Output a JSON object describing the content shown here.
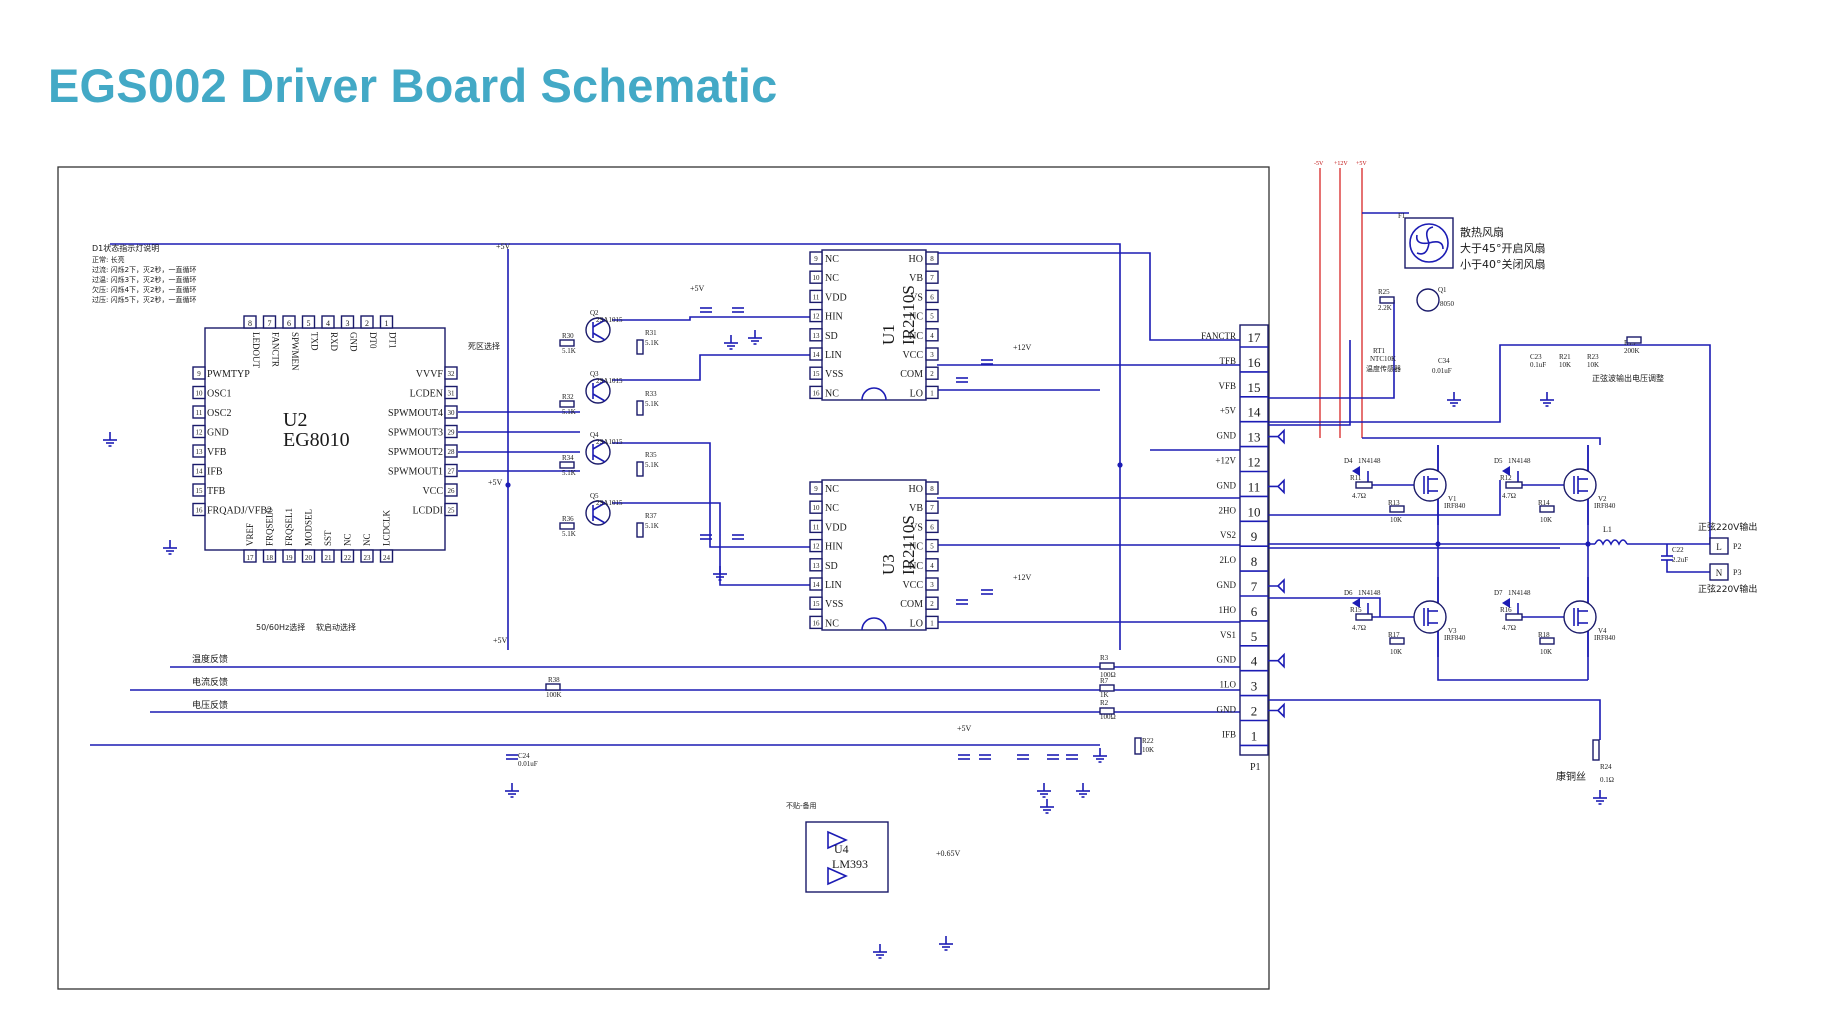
{
  "title": "EGS002 Driver Board Schematic",
  "colors": {
    "title": "#43a9c6",
    "wire": "#1c1cb4",
    "power_rail": "#d41414",
    "frame": "#333333"
  },
  "u2": {
    "ref": "U2",
    "part": "EG8010",
    "top_pins": [
      {
        "num": "8",
        "name": "LEDOUT"
      },
      {
        "num": "7",
        "name": "FANCTR"
      },
      {
        "num": "6",
        "name": "SPWMEN"
      },
      {
        "num": "5",
        "name": "TXD"
      },
      {
        "num": "4",
        "name": "RXD"
      },
      {
        "num": "3",
        "name": "GND"
      },
      {
        "num": "2",
        "name": "DT0"
      },
      {
        "num": "1",
        "name": "DT1"
      }
    ],
    "left_pins": [
      {
        "num": "9",
        "name": "PWMTYP"
      },
      {
        "num": "10",
        "name": "OSC1"
      },
      {
        "num": "11",
        "name": "OSC2"
      },
      {
        "num": "12",
        "name": "GND"
      },
      {
        "num": "13",
        "name": "VFB"
      },
      {
        "num": "14",
        "name": "IFB"
      },
      {
        "num": "15",
        "name": "TFB"
      },
      {
        "num": "16",
        "name": "FRQADJ/VFB2"
      }
    ],
    "right_pins": [
      {
        "num": "32",
        "name": "VVVF"
      },
      {
        "num": "31",
        "name": "LCDEN"
      },
      {
        "num": "30",
        "name": "SPWMOUT4"
      },
      {
        "num": "29",
        "name": "SPWMOUT3"
      },
      {
        "num": "28",
        "name": "SPWMOUT2"
      },
      {
        "num": "27",
        "name": "SPWMOUT1"
      },
      {
        "num": "26",
        "name": "VCC"
      },
      {
        "num": "25",
        "name": "LCDDI"
      }
    ],
    "bottom_pins": [
      {
        "num": "17",
        "name": "VREF"
      },
      {
        "num": "18",
        "name": "FRQSEL0"
      },
      {
        "num": "19",
        "name": "FRQSEL1"
      },
      {
        "num": "20",
        "name": "MODSEL"
      },
      {
        "num": "21",
        "name": "SST"
      },
      {
        "num": "22",
        "name": "NC"
      },
      {
        "num": "23",
        "name": "NC"
      },
      {
        "num": "24",
        "name": "LCDCLK"
      }
    ]
  },
  "drivers": [
    {
      "ref": "U1",
      "part": "IR2110S",
      "left_pins": [
        {
          "num": "9",
          "name": "NC"
        },
        {
          "num": "10",
          "name": "NC"
        },
        {
          "num": "11",
          "name": "VDD"
        },
        {
          "num": "12",
          "name": "HIN"
        },
        {
          "num": "13",
          "name": "SD"
        },
        {
          "num": "14",
          "name": "LIN"
        },
        {
          "num": "15",
          "name": "VSS"
        },
        {
          "num": "16",
          "name": "NC"
        }
      ],
      "right_pins": [
        {
          "num": "8",
          "name": "HO"
        },
        {
          "num": "7",
          "name": "VB"
        },
        {
          "num": "6",
          "name": "VS"
        },
        {
          "num": "5",
          "name": "NC"
        },
        {
          "num": "4",
          "name": "NC"
        },
        {
          "num": "3",
          "name": "VCC"
        },
        {
          "num": "2",
          "name": "COM"
        },
        {
          "num": "1",
          "name": "LO"
        }
      ]
    },
    {
      "ref": "U3",
      "part": "IR2110S",
      "left_pins": [
        {
          "num": "9",
          "name": "NC"
        },
        {
          "num": "10",
          "name": "NC"
        },
        {
          "num": "11",
          "name": "VDD"
        },
        {
          "num": "12",
          "name": "HIN"
        },
        {
          "num": "13",
          "name": "SD"
        },
        {
          "num": "14",
          "name": "LIN"
        },
        {
          "num": "15",
          "name": "VSS"
        },
        {
          "num": "16",
          "name": "NC"
        }
      ],
      "right_pins": [
        {
          "num": "8",
          "name": "HO"
        },
        {
          "num": "7",
          "name": "VB"
        },
        {
          "num": "6",
          "name": "VS"
        },
        {
          "num": "5",
          "name": "NC"
        },
        {
          "num": "4",
          "name": "NC"
        },
        {
          "num": "3",
          "name": "VCC"
        },
        {
          "num": "2",
          "name": "COM"
        },
        {
          "num": "1",
          "name": "LO"
        }
      ]
    }
  ],
  "connector_p1": {
    "ref": "P1",
    "pins": [
      {
        "num": "17",
        "name": "FANCTR"
      },
      {
        "num": "16",
        "name": "TFB"
      },
      {
        "num": "15",
        "name": "VFB"
      },
      {
        "num": "14",
        "name": "+5V"
      },
      {
        "num": "13",
        "name": "GND"
      },
      {
        "num": "12",
        "name": "+12V"
      },
      {
        "num": "11",
        "name": "GND"
      },
      {
        "num": "10",
        "name": "2HO"
      },
      {
        "num": "9",
        "name": "VS2"
      },
      {
        "num": "8",
        "name": "2LO"
      },
      {
        "num": "7",
        "name": "GND"
      },
      {
        "num": "6",
        "name": "1HO"
      },
      {
        "num": "5",
        "name": "VS1"
      },
      {
        "num": "4",
        "name": "GND"
      },
      {
        "num": "3",
        "name": "1LO"
      },
      {
        "num": "2",
        "name": "GND"
      },
      {
        "num": "1",
        "name": "IFB"
      }
    ]
  },
  "transistors": [
    {
      "ref": "Q2",
      "part": "2SA1015",
      "res_base": "R30",
      "res_base_val": "5.1K",
      "res_pull": "R31",
      "res_pull_val": "5.1K"
    },
    {
      "ref": "Q3",
      "part": "2SA1015",
      "res_base": "R32",
      "res_base_val": "5.1K",
      "res_pull": "R33",
      "res_pull_val": "5.1K"
    },
    {
      "ref": "Q4",
      "part": "2SA1015",
      "res_base": "R34",
      "res_base_val": "5.1K",
      "res_pull": "R35",
      "res_pull_val": "5.1K"
    },
    {
      "ref": "Q5",
      "part": "2SA1015",
      "res_base": "R36",
      "res_base_val": "5.1K",
      "res_pull": "R37",
      "res_pull_val": "5.1K"
    }
  ],
  "led_note": {
    "heading": "D1状态指示灯说明",
    "lines": [
      "正常: 长亮",
      "过流: 闪烁2下，灭2秒，一直循环",
      "过温: 闪烁3下，灭2秒，一直循环",
      "欠压: 闪烁4下，灭2秒，一直循环",
      "过压: 闪烁5下，灭2秒，一直循环"
    ]
  },
  "fan": {
    "ref": "F1",
    "lines": [
      "散热风扇",
      "大于45°开启风扇",
      "小于40°关闭风扇"
    ]
  },
  "rails": [
    "+5V",
    "+12V",
    "+5V",
    "+12V",
    "+5V",
    "+5V",
    "+5V",
    "+0.65V"
  ],
  "top_rails": [
    "-5V",
    "+12V",
    "+5V"
  ],
  "feedback_labels": [
    "温度反馈",
    "电流反馈",
    "电压反馈"
  ],
  "mosfets": [
    {
      "ref": "V1",
      "part": "IRF840",
      "diode": "D4",
      "diode_part": "1N4148",
      "r_gate": "R11",
      "r_gate_val": "4.7Ω",
      "r_pull": "R13",
      "r_pull_val": "10K"
    },
    {
      "ref": "V2",
      "part": "IRF840",
      "diode": "D5",
      "diode_part": "1N4148",
      "r_gate": "R12",
      "r_gate_val": "4.7Ω",
      "r_pull": "R14",
      "r_pull_val": "10K"
    },
    {
      "ref": "V3",
      "part": "IRF840",
      "diode": "D6",
      "diode_part": "1N4148",
      "r_gate": "R15",
      "r_gate_val": "4.7Ω",
      "r_pull": "R17",
      "r_pull_val": "10K"
    },
    {
      "ref": "V4",
      "part": "IRF840",
      "diode": "D7",
      "diode_part": "1N4148",
      "r_gate": "R16",
      "r_gate_val": "4.7Ω",
      "r_pull": "R18",
      "r_pull_val": "10K"
    }
  ],
  "output": {
    "label_l": "正弦220V输出",
    "label_n": "正弦220V输出",
    "p2": "P2",
    "p3": "P3",
    "l": "L",
    "n": "N",
    "inductor": "L1",
    "cap": "C22",
    "cap_val": "2.2uF"
  },
  "comparator": {
    "ref": "U4",
    "part": "LM393"
  },
  "labels": {
    "dead_time": "死区选择",
    "freq_select": "50/60Hz选择",
    "soft_start": "软启动选择",
    "ntc": "NTC10K",
    "ntc_ref": "RT1",
    "ntc_note": "温度传感器",
    "adjust_note": "正弦波输出电压调整",
    "shunt": "康铜丝",
    "shunt_ref": "R24",
    "shunt_val": "0.1Ω",
    "not_fitted": "不贴-备用",
    "q1": "Q1",
    "q1_part": "8050",
    "r25": "R25",
    "r25_val": "2.2K",
    "r19": "R19",
    "r19_val": "200K",
    "r21": "R21",
    "r21_val": "10K",
    "r23": "R23",
    "r23_val": "10K",
    "c23": "C23",
    "c23_val": "0.1uF",
    "c34": "C34",
    "c34_val": "0.01uF",
    "c24": "C24",
    "c24_val": "0.01uF",
    "r38": "R38",
    "r38_val": "100K",
    "r3": "R3",
    "r3_val": "100Ω",
    "r7": "R7",
    "r7_val": "1K",
    "r2": "R2",
    "r2_val": "100Ω",
    "r22": "R22",
    "r22_val": "10K"
  }
}
